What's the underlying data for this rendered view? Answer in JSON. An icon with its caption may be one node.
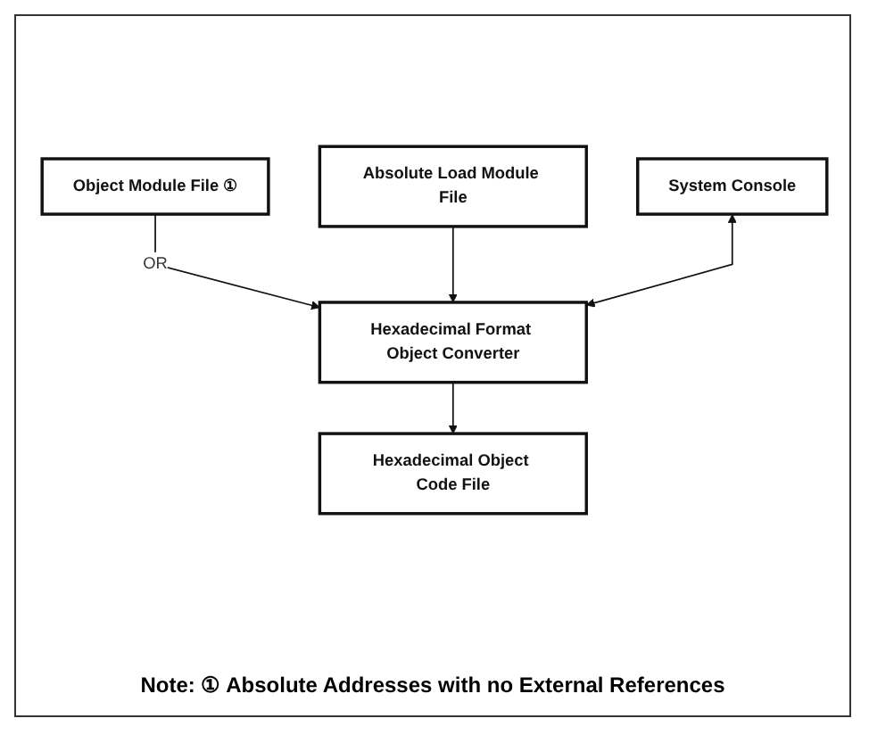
{
  "diagram": {
    "nodes": [
      {
        "text": [
          "Object Module File ①"
        ]
      },
      {
        "text": [
          "Absolute Load Module File"
        ]
      },
      {
        "text": [
          "System Console"
        ]
      },
      {
        "text": [
          "Hexadecimal Format Object Converter"
        ]
      },
      {
        "text": [
          "Hexadecimal Object Code File"
        ]
      }
    ],
    "edges": [
      {
        "from": 0,
        "to": 3,
        "arrow": "to",
        "label": "OR"
      },
      {
        "from": 1,
        "to": 3,
        "arrow": "to"
      },
      {
        "from": 2,
        "to": 3,
        "arrow": "both"
      },
      {
        "from": 3,
        "to": 4,
        "arrow": "to"
      }
    ],
    "labels": [
      "Note: ① Absolute Addresses with no External References"
    ]
  }
}
